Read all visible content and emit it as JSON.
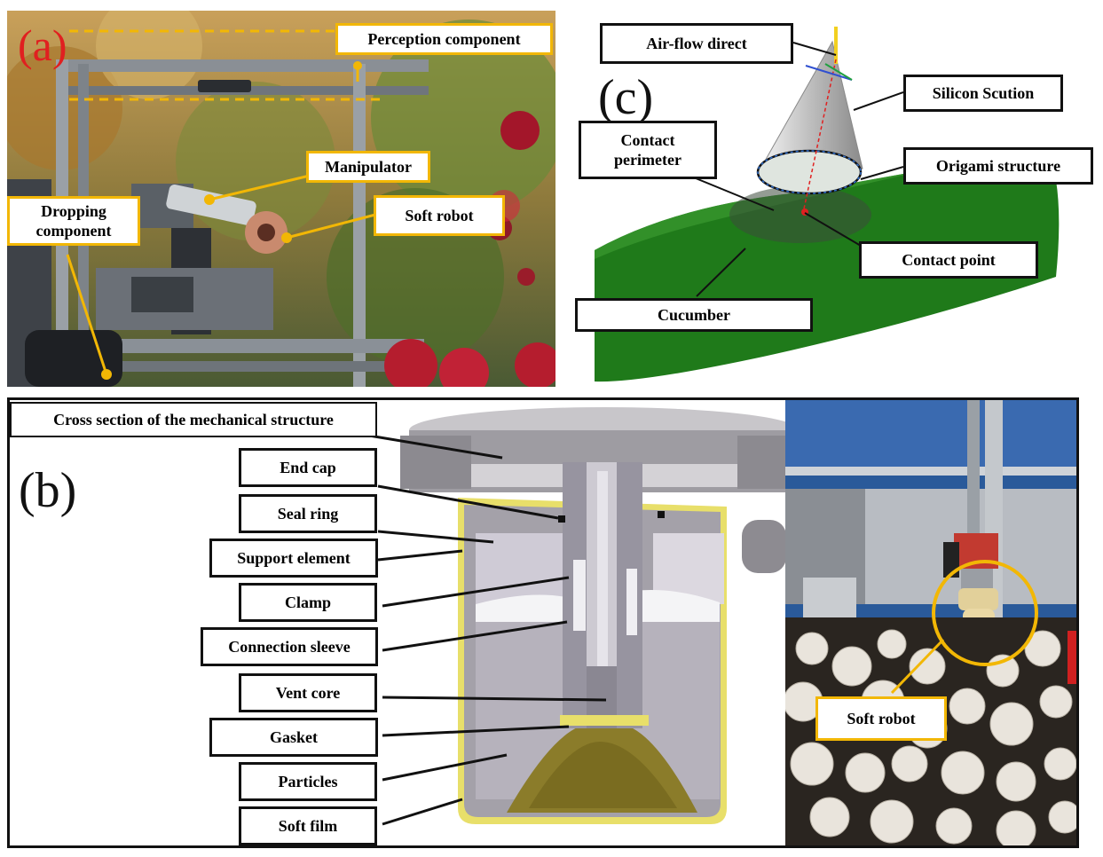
{
  "panel_a": {
    "tag": "(a)",
    "labels": {
      "perception": "Perception component",
      "manipulator": "Manipulator",
      "soft_robot": "Soft robot",
      "dropping": "Dropping component"
    }
  },
  "panel_b": {
    "tag": "(b)",
    "title": "Cross section of the mechanical structure",
    "parts": [
      "End cap",
      "Seal ring",
      "Support element",
      "Clamp",
      "Connection sleeve",
      "Vent core",
      "Gasket",
      "Particles",
      "Soft film"
    ],
    "photo_label": "Soft robot"
  },
  "panel_c": {
    "tag": "(c)",
    "labels": {
      "airflow": "Air-flow direct",
      "suction": "Silicon Scution",
      "contact_perimeter": "Contact perimeter",
      "origami": "Origami structure",
      "contact_point": "Contact point",
      "cucumber": "Cucumber"
    }
  },
  "colors": {
    "label_border_yellow": "#f2b705",
    "label_border_black": "#111111",
    "tag_red": "#e02020",
    "cucumber_green": "#1f7a1a",
    "soft_film_yellow": "#e8df6a"
  }
}
